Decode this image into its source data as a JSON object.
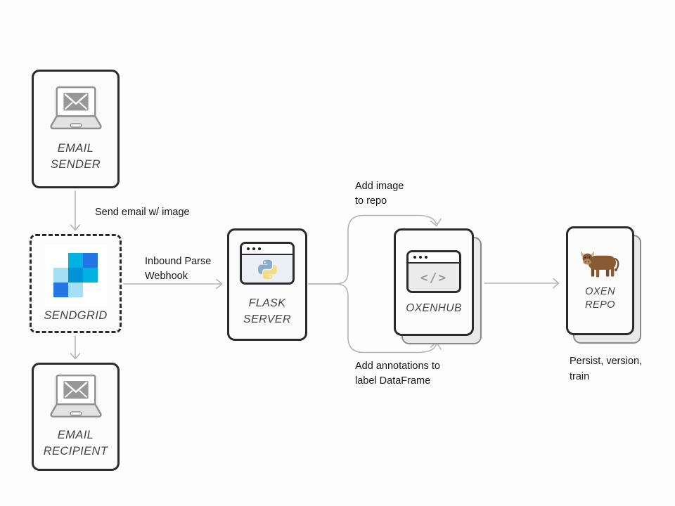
{
  "diagram": {
    "nodes": {
      "email_sender": {
        "lines": [
          "EMAIL",
          "SENDER"
        ]
      },
      "sendgrid": {
        "lines": [
          "SENDGRID"
        ]
      },
      "email_recipient": {
        "lines": [
          "EMAIL",
          "RECIPIENT"
        ]
      },
      "flask_server": {
        "lines": [
          "FLASK",
          "SERVER"
        ]
      },
      "oxenhub": {
        "lines": [
          "OXENHUB"
        ],
        "code_glyph": "</>"
      },
      "oxen_repo": {
        "lines": [
          "OXEN",
          "REPO"
        ]
      }
    },
    "edge_labels": {
      "send_email": {
        "lines": [
          "Send email w/ image"
        ]
      },
      "inbound_parse": {
        "lines": [
          "Inbound Parse",
          "Webhook"
        ]
      },
      "add_image": {
        "lines": [
          "Add image",
          "to repo"
        ]
      },
      "add_annotations": {
        "lines": [
          "Add annotations to",
          "label DataFrame"
        ]
      },
      "persist": {
        "lines": [
          "Persist, version,",
          "train"
        ]
      }
    },
    "icons": {
      "email_sender": "laptop-envelope-icon",
      "email_recipient": "laptop-envelope-icon",
      "sendgrid": "sendgrid-pixel-logo-icon",
      "flask_server": "browser-window-python-icon",
      "oxenhub": "browser-window-code-icon",
      "oxen_repo": "ox-icon"
    },
    "colors": {
      "canvas_bg": "#fdfdfd",
      "node_bg": "#fbfbfb",
      "node_border": "#2b2b2b",
      "stack_back_bg": "#e9e9e9",
      "stack_back_border": "#8a8a8a",
      "arrow": "#b5b5b5",
      "title_text": "#454545",
      "label_text": "#161616",
      "sendgrid_light_blue": "#a3e0f5",
      "sendgrid_cyan": "#00b2e3",
      "sendgrid_blue": "#2376e4",
      "sendgrid_deep_cyan": "#0092d8",
      "python_blue": "#8cacce",
      "python_yellow": "#f2dd85",
      "browser_flask_body": "#e9eff4",
      "browser_oxen_body": "#ebebeb",
      "ox_body_brown": "#8a5a34"
    }
  }
}
